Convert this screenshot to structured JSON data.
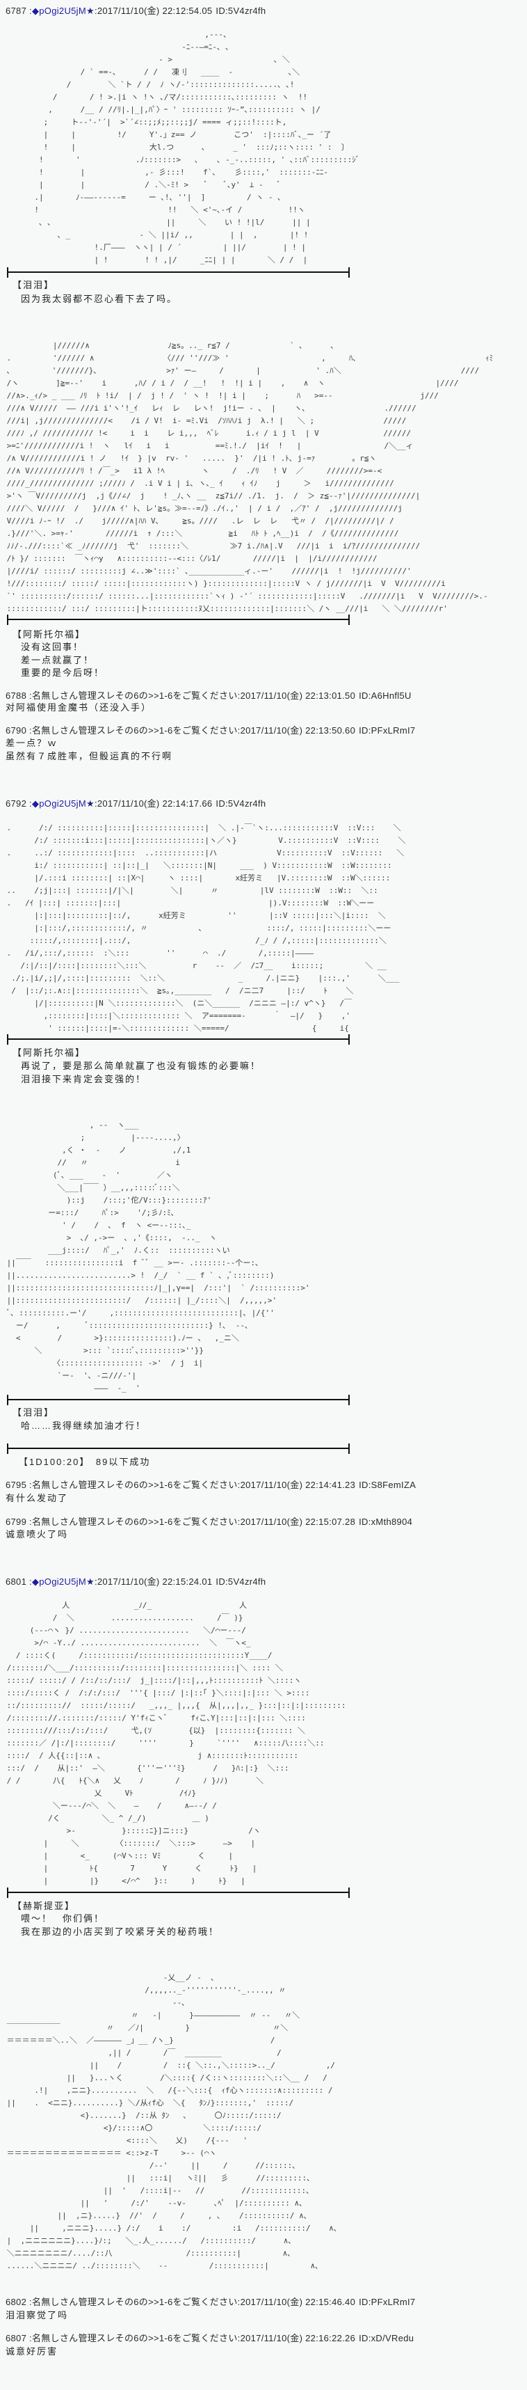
{
  "thread": {
    "header_sep": " :",
    "date_sep": ":"
  },
  "posts": [
    {
      "number": "6787",
      "trip": "◆pOgi2U5jM",
      "star": "★",
      "datetime": "2017/11/10(金) 22:12:54.05",
      "id": "ID:5V4zr4fh",
      "scenes": [
        {
          "aa": [
            "                                            ,---、",
            "                                       -ﾆ--―=ﾆ-､ ､",
            "                                  - >                      ､ ＼",
            "                 / ` ==-､      / /   凍刂   ____  -            ､＼",
            "              /        ＼ `ト / /  ﾉ ヽ/‐'::::::::::::::.....､ ､!",
            "           /       / ! >.|i ヽ !ヽ ､/マ/:::::::::::､::::::::: ヽ  !!",
            "          ,      /__ / //ﾘ|.|_|,ﾊﾟ〉ｰ ' ::::::::: ｿｰ-”､:::::::::: ヽ |/",
            "         ;     ト‐-'-'´|  >`´∠::;;ﾒ;;::;;j/ ==== ィ;;::!::::ト,",
            "         |     |         !/     Y'.」z== ノ        こつ'  :|::::ﾊﾞ､_ー ´了",
            "         !     |                大l.つ      ､      _ '  :::ﾉ;::ヽ:::: ' :  〕",
            "        !       '            .ﾉ:::::::>   ､    ､ -_-..:::::, ' ､::ﾊﾞ:::::::::ｼﾞ",
            "        !        |             ,- 彡:::!    f`､    彡::::,'  :::::::-ﾆﾆ-",
            "        |        |             / .＼-ﾐ! >    ﾞ    ﾞ､y'  ⊥ -   ﾞ",
            "       .|       ﾉ‐――------=     ー ､!､ ''|  ]         / ヽ ‐ ､",
            "       !                            !!   ＼ <'~､-イ /          !!ヽ",
            "        ､ ､                         ||     ＼    い ! !|l/      || |",
            "            ､ _               - ＼ ||i/ ,,        | |  ,       |! !",
            "                    !.厂―――  ヽヽ| | / ´         | ||/        | ! |",
            "                    | !        ! ! ,|/     _ﾆﾆ| | |       ＼ / /  |"
          ],
          "speaker": "【泪泪】",
          "lines": [
            "因为我太弱都不忍心看下去了吗。"
          ]
        },
        {
          "aa": [
            "           |//////∧                 ﾉ≧s。.._ r≦7 /             ` ､      ､",
            " .         '////// ∧               〈/// ''///≫ '                    ,     ﾊ､                            ｨﾐ",
            " ､         '///////}､               >ｧ' ー―     /       |            ' .ﾊ＼                          ////",
            " /ヽ        ]≧=--'    i      ,ﾊ/ / i /  / __!   !  !| i |    ,    ∧  ヽ                        |////",
            " //∧>._ｨ/> _ ___ ﾉﾘ  ﾄ !i/  | /  j ! /  ' ヽ !  !| i |    ;      ﾊ   >=--                   j///",
            " ///∧ V/////  ―― ///i i'ヽ'!_ｲ   レｨ  レ   レヽ!  j!iー - ､  |    ヽ､                 .//////",
            " ///i| ,j//////////////<    /i / V!  i- =ﾐ.Vi  /ｿﾊﾊﾉi j  λ.! |   ＼ ;               /////",
            " ///ﾉ ,/ /////////// !<     i  i    レ i,,,  ﾍﾞﾚ      i.ｨ / i j l  | V              //////",
            " >=ﾆ'////////////i !  ヽ   lｲ   i   i          ==ﾐ.!./  |iｲ  !   |                  /＼__ィ",
            " /∧ V////////////i ! ノ   !ｲ  } |v  rv‐ '   .....  }'  /|i ! .ﾄ､ j‐=ｧ        。r≦ヽ",
            " //∧ V///////////ﾘ ! /￣_>   i1 λ !ﾍ        ヽ     /  ./ﾘ   ! V  ／     ////////>=-<",
            " ////_////////////// ;////ﾉ /  .i V i | i､ ヽ､_ ｲ    ｨ ｲﾉ    j     ＞   i//////////////",
            " >'ヽ ￣V/////////j  ,j《//∠/  j    ! _ﾉ､ヽ __  z≦7i// ./1.  j.  /  ＞ z≦‐‐ｧ'|//////////////|",
            " ////＼ V/////  /   }///∧ ｲ' ﾄ､ レ'≧s。≫=‐‐=ﾉ》./ｲ.,'  | / i /  ,／ｱ' /  ,j/////////////j",
            " V////i ﾉ-ｰ !/  ./    j/////∧|ﾊﾊ V､     ≧s。////   .レ  レ  レ   弋〃 /  /|/////////|/ /",
            " .}///'＼. >=ｬ‐'       //////i  ↑ /:::＼          ≧i   ﾊﾄ ﾄ ,ﾍ__)i  /  /《//////////////",
            " ﾉﾉ/-.///::::`≪ _ﾉ//////j  弋'  :::::::＼         ≫7 i./ﾊ∧|.V   ///|i  i  i/ｱ//////////////",
            " /ﾄ }/ :::::::  ￣ヽｨ⌒y   ∧::::::::::‐‐<:::〈/ﾚ1/       /////|i  |  |/i////////////",
            " |////i/ ::::::/ :::::::::j ∠..≫'::::` ､____________ィ.‐ー'    //////|i  !  !j//////////'",
            " !///::::::::/ :::::/ :::::|::::::::::::ヽ) }:::::::::::::|:::::V ヽ / j///////|i  V  V/////////i",
            " `' ::::::::::/::::::/ ::::::...|::::::::::::`ヽｨ ) -'´ ::::::::::::|:::::V   .///////|i   V  V////////>.-",
            " ::::::::::::/ :::/ :::::::::|ト:::::::::::ﾇ乂:::::::::::::|:::::::＼ /ヽ __///|i   ＼ ＼////////r'"
          ],
          "speaker": "【阿斯托尔福】",
          "lines": [
            "没有这回事！",
            "差一点就赢了！",
            "重要的是今后呀！"
          ]
        }
      ]
    },
    {
      "number": "6788",
      "name": "名無しさん管理スレその6の>>1-6をご覧ください",
      "datetime": "2017/11/10(金) 22:13:01.50",
      "id": "ID:A6Hnfl5U",
      "body": [
        "对阿福使用金魔书（还没入手）"
      ]
    },
    {
      "number": "6790",
      "name": "名無しさん管理スレその6の>>1-6をご覧ください",
      "datetime": "2017/11/10(金) 22:13:50.60",
      "id": "ID:PFxLRmI7",
      "body": [
        "差一点？ｗ",
        "虽然有７成胜率，但骰运真的不行啊"
      ]
    },
    {
      "number": "6792",
      "trip": "◆pOgi2U5jM",
      "star": "★",
      "datetime": "2017/11/10(金) 22:14:17.66",
      "id": "ID:5V4zr4fh",
      "scenes": [
        {
          "aa": [
            " .      /:/ ::::::::::|:::::|:::::::::::::::|  ＼ .|‐￣`ヽ:...:::::::::::V  ::V:::    ＼",
            "       /:/ :::::::i:::|:::::|:::::::::::::::|ヽ／ヽ}         V.::::::::::V  ::V::::    ＼",
            " .     ..:/ ::::::::::::|::::  ..:::::::::::|ハ             V::::::::::V  ::V::::::   ＼",
            "       i:/ :::::::::::| ::|::|_|   ＼:::::::|N|     ___  ) V:::::::::::W  ::W::::::::",
            "       |/.:::i ::::::::| ::|X⌒|     ヽ ::::|       x紝芳ミ   |V.::::::::W  ::W＼::::::",
            " ..    /;j|:::| :::::::|/|＼|        ＼|      〃         |lV ::::::::W  ::W::  ＼::",
            " .   /ｲ |:::| :::::::|:::|                                |).V::::::::W  ::W＼ーー",
            "       |:|:::|:::::::::|::/,      x紝芳ミ         ''       |::V :::::|:::＼|i::::  ＼",
            "       |:|:::/,::::::::::::/, 〃           ､              ::::/, :::::|:::::::::＼ーー",
            "      :::::/,::::::::|.:::/,                           /_ﾉ / /,:::::|:::::::::::::＼",
            " .   /i/,:::/,::::::  :＼:::        ''      ⌒  ./       /,:::::|――――",
            "    /:|/::|/::::|::::::::＼:::＼          r    --  ／  /ﾆ7__    i:::::;         ＼ __",
            "  ./;.|i/,;|/,::::|:::::::::  ＼::＼                _     /.|ニニ}    |:::.,'      ＼___",
            "  /  |::/;:.∧::|::::::::::::::＼  ≧s｡,________   /  /ニ二7     |::/    ﾄ    ＼",
            "       |/|::::::::::|N ＼:::::::::::::＼  (ニ＼______  /ニニニ ―|:/ v^ヽ}   /￣",
            "         ,::::::::|::::|＼::::::::::::: ＼  ア=======-      ｀  ―|/   }    ,'",
            "          ' ::::::|::::|=-＼::::::::::::: ＼=====/                  {     i{"
          ],
          "speaker": "【阿斯托尔福】",
          "lines": [
            "再说了，要是那么简单就赢了也没有锻炼的必要嘛！",
            "泪泪接下来肯定会变强的！"
          ]
        },
        {
          "aa": [
            "                   , --  ヽ___",
            "                 ;          |‐‐‐‐....,〉",
            "             ,く ・  -    ノ          ,/,1",
            "            //   〃                   i",
            "           (ﾞ､ ___    -  '        ／ヽ",
            "            ＼___|￣￣ ）__,,,:::::ﾞ:::＼",
            "              )::j    /:::;'佗/V:::}::::::::ｱ'",
            "          ー=:::/     ﾊﾟ:>    '/;彡ﾉ:ﾐ､",
            "             ' /    /  ､  f  ヽ <ー‐‐:::､_",
            "              >  ､/ ,‐>ー  ､ ,'《::::,  ‐.._  ヽ",
            "          ___j::::/   ﾊﾟ_,'  ﾉ.く::  ::::::::::ヽい",
            " ||￣￣   ::::::::::::::::i  f ﾞﾞ __ >ー‐ .:::::::‐‐个ー:､",
            " ||.........................> !  /_/  ` __ f ` ､ ,ﾞ::::::::)",
            " ||::::::::::::::::::::::::::::::ﾉ|_|,γ==|  /:::'|  ` /::::::::::>'",
            " ||::::::::::::::::::::::::/   /::::::| |_/::::＼|  /,,,,,>'",
            " ﾞ､ ::::::::::.ー'/     ,:::::::::::::::::::::::::::|､ |/{''",
            "   ー/      ,      ﾞ::::::::::::::::::::::::::} !､  ‐-､",
            "   <        /       >}:::::::::::::::).ﾉー 、  ,_ニ＼",
            "       ＼         >::: `:::::ﾞ､:::::::::>''}}",
            "           〈:::::::::::::::::: ‐>'  / j  i|",
            "            `ー-  '､ ‐ニ///‐'|",
            "                    ―――  ‐_  '"
          ],
          "speaker": "【泪泪】",
          "lines": [
            "哈……我得继续加油才行！"
          ]
        }
      ],
      "dice": "【1D100:20】　89以下成功"
    },
    {
      "number": "6795",
      "name": "名無しさん管理スレその6の>>1-6をご覧ください",
      "datetime": "2017/11/10(金) 22:14:41.23",
      "id": "ID:S8FemIZA",
      "body": [
        "有什么发动了"
      ]
    },
    {
      "number": "6799",
      "name": "名無しさん管理スレその6の>>1-6をご覧ください",
      "datetime": "2017/11/10(金) 22:15:07.28",
      "id": "ID:xMth8904",
      "body": [
        "诚意喷火了吗"
      ]
    },
    {
      "number": "6801",
      "trip": "◆pOgi2U5jM",
      "star": "★",
      "datetime": "2017/11/10(金) 22:15:24.01",
      "id": "ID:5V4zr4fh",
      "scenes": [
        {
          "aa": [
            "             人              _ﾉ/_                   人",
            "           /  ＼        ..................     /￣ )}",
            "      (‐‐‐⌒ヽ }/ ........................   ＼/⌒ー‐‐‐/",
            "       >/⌒ ‐Y../ ..........................  ＼  ￣ヽ<_",
            "   / ::::く(     /:::::::::::/:::::::::::::::::::::::Y____/",
            " /:::::::/＼___/::::::::::/::::::::|:::::::::::::::|＼ :::: ＼",
            " :::::/ :::::/ / /::/::/:::/  j_|::::/|::|,,,ﾄ::::::::::ﾄ ＼::::ヽ",
            " ::::/:::::く /  /:/:/:::/  '''{ |:::/ |:|::｢ }＼::::|:|::: ＼ >::::",
            " ::/::::::::://  :::::/:::::/   _,,,_ |,,,{  从|,,,|,,_ }:::|::|:|:::::::::",
            " /:::::::://.:::::::/:::::/ Y'fｨこヽﾞ     fｨこ､Y|:::|::|:|::: ＼::::",
            " ::::::::///:::/::/:::/     弋,(ｿ        {以}  |::::::::{::::::: ＼",
            " :::::::／ /|:/|::::::::/     ''''       }     `''''   ∧:::::八::::＼::",
            " ::::/  / 人{{::|::∧ ､                     j ∧:::::::ﾄ:::::::::::",
            " :::/  /    从|::'  ―＼       {'''ー'''ﾐ}      /   }ﾊ:|:}  ＼:::",
            " / /       八{   ﾄ{＼∧   乂    ﾉ       /     ﾉ }ﾉﾉ)      ＼",
            "                    乂     Vﾄ          /ｲﾉ}",
            "           ＼ー‐‐‐/⌒＼  ＼    ―    /     ∧―‐‐/ /",
            "          /く         ＼_ ^ /_/)          ＿ )",
            "              >-          }:::::ﾆ}]ニ:::}             /ヽ",
            "         |     ＼        〈:::::::/  ＼:::>      ―>    |",
            "         |       <_     (⌒Vヽ::: Vﾐ        く     |",
            "         |         ﾄ{       7      Y      く      ﾄ}   |",
            "         |         |}     </⌒^   }::     )     ﾄ}   |"
          ],
          "speaker": "【赫斯提亚】",
          "lines": [
            "喂～！　你们俩！",
            "我在那边的小店买到了咬紧牙关的秘药哦！"
          ]
        },
        {
          "aa": [
            "                                   -乂__ノ -  ､",
            "                               /,,,,.._-'''''''''''-_....,, 〃",
            "                                     --､",
            "                            〃   -|      }――――――――――  〃 --   〃＼",
            " ￣￣￣￣￣￣￣          〃   ／ﾉ|         }                  〃＼",
            " ＝＝＝＝＝＝＼..＼  ／―――――― _」__ /ヽ_}                     /",
            "                       ,|| /       /￣  ________            /",
            "                   ||    /         /  ::{ ＼::.,＼:::::>.._/           ,/",
            "              ||   }...ヽく        /＼::::{ /く::ヽ::::::::＼::＼__ /   /",
            "       .!|    ,ニニ}..........  ＼   /{‐‐＼:::{  ｨf心ヽ:::::::∧::::::::: /",
            " ||    .  <ニニ}..........} ＼/从ｨf心  ＼{   ﾀﾝﾉ}:::::::,'  :::::/",
            "                 <}.......}  /::从 ﾀﾝ   ､      〇ﾉ:::::/:::::/",
            "                      <}/:::::∧〇           ＼::::/:::::/",
            "                           <::::＼    乂)    /{‐‐-   '",
            " ＝＝＝＝＝＝＝＝＝＝＝＝＝＝＝ <::>z‐T     >‐‐ (⌒ヽ",
            "                                /‐‐'     ||     /      //::::::､",
            "                           ||   :::i|   ヽﾐ||   彡      //:::::::::､",
            "                      ||  '   /::::i|‐‐   //        //::::::::::::､",
            "                 ||   '     /:/'    ‐‐v‐      ､ﾍﾟ  |/:::::::::: ∧､",
            "            ||  ,ニ}.....}  //'  /     /     , ､    /::::::::::/ ∧､",
            "      ||     ,ニニニ}.....} /:/    i    :/         :i   /::::::::::/    ∧､",
            " |  ,ニニニニニニ}....}ﾉ:;   ＼_.人_....../   /::::::::::/      ∧､",
            " ＼ニニニニニニニ/..../::八                /::::::::::|         ∧､",
            " ......＼ニニニニ/ ../::::::::＼    --         /:::::::::::|         ∧､"
          ]
        }
      ]
    },
    {
      "number": "6802",
      "name": "名無しさん管理スレその6の>>1-6をご覧ください",
      "datetime": "2017/11/10(金) 22:15:46.40",
      "id": "ID:PFxLRmI7",
      "body": [
        "泪泪察觉了吗"
      ]
    },
    {
      "number": "6807",
      "name": "名無しさん管理スレその6の>>1-6をご覧ください",
      "datetime": "2017/11/10(金) 22:16:22.26",
      "id": "ID:xD/VRedu",
      "body": [
        "诚意好厉害"
      ]
    }
  ]
}
